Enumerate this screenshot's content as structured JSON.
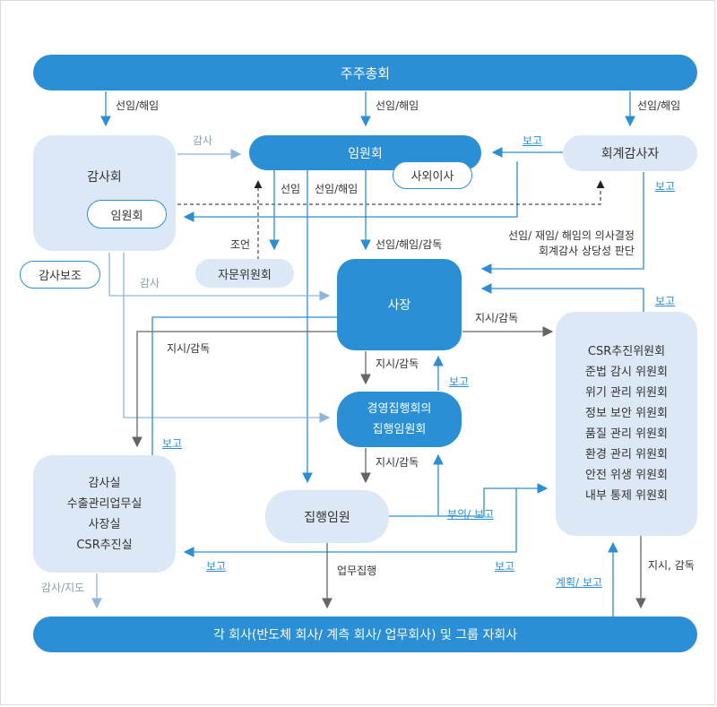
{
  "colors": {
    "primary": "#2b8fd6",
    "light": "#dde8f6",
    "line_dark": "#666666",
    "line_blue": "#2b8fd6",
    "line_light": "#8fb6dd"
  },
  "nodes": {
    "shareholders": "주주총회",
    "board": "임원회",
    "outside_directors": "사외이사",
    "auditor": "회계감사자",
    "audit_committee": "감사회",
    "audit_committee_board": "임원회",
    "audit_support": "감사보조",
    "advisory_committee": "자문위원회",
    "president": "사장",
    "exec_committee": "경영집행회의\n집행임원회",
    "exec_officers": "집행임원",
    "staff_offices": "감사실\n수출관리업무실\n사장실\nCSR추진실",
    "committees": "CSR추진위원회\n준법 감시 위원회\n위기 관리 위원회\n정보 보안 위원회\n품질 관리 위원회\n환경 관리 위원회\n안전 위생 위원회\n내부 통제 위원회",
    "companies": "각 회사(반도체 회사/ 계측 회사/ 업무회사) 및 그룹 자회사"
  },
  "labels": {
    "elect_dismiss_1": "선임/해임",
    "elect_dismiss_2": "선임/해임",
    "elect_dismiss_3": "선임/해임",
    "audit_top": "감사",
    "report_auditor_board": "보고",
    "report_auditor_right": "보고",
    "elect": "선임",
    "elect_dismiss_board": "선임/해임",
    "advice": "조언",
    "elect_supervise": "선임/해임/감독",
    "auditor_judgement": "선임/ 재임/ 해임의 의사결정\n회계감사 상당성 판단",
    "audit_mid": "감사",
    "report_committees": "보고",
    "instruct_supervise_right": "지시/감독",
    "instruct_supervise_left": "지시/감독",
    "instruct_supervise_down": "지시/감독",
    "report_exec": "보고",
    "report_staff": "보고",
    "instruct_supervise_exec": "지시/감독",
    "request_report": "부의/ 보고",
    "report_bottom_left": "보고",
    "business_execution": "업무집행",
    "report_bottom_mid": "보고",
    "audit_guidance": "감사/지도",
    "plan_report": "계획/ 보고",
    "instruct_supervise_bottom": "지시, 감독"
  }
}
